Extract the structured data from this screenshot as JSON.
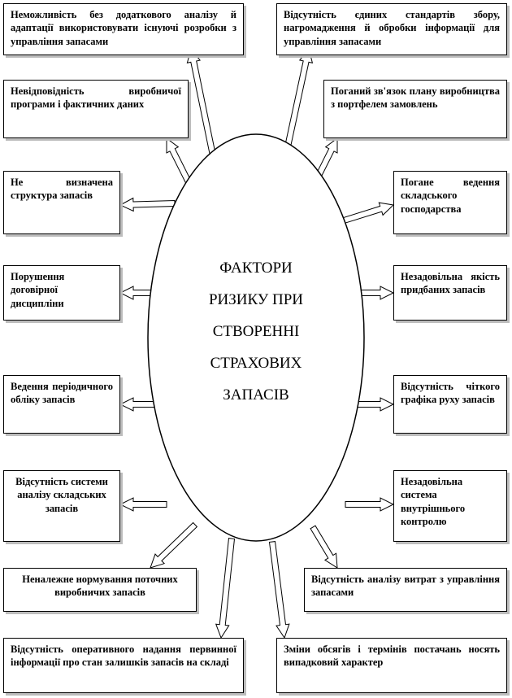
{
  "center": {
    "lines": [
      "ФАКТОРИ",
      "РИЗИКУ ПРИ",
      "СТВОРЕННІ",
      "СТРАХОВИХ",
      "ЗАПАСІВ"
    ]
  },
  "factors": [
    {
      "id": "f1",
      "text": "Неможливість без додаткового аналізу й адаптації використовувати існуючі розробки з управління запасами"
    },
    {
      "id": "f2",
      "text": "Відсутність єдиних стандартів збору, нагромадження й обробки інформації для управління запасами"
    },
    {
      "id": "f3",
      "text": "Невідповідність виробничої програми і фактичних даних"
    },
    {
      "id": "f4",
      "text": "Поганий зв'язок плану виробництва з портфелем замовлень"
    },
    {
      "id": "f5",
      "text": "Не визначена структура запасів"
    },
    {
      "id": "f6",
      "text": "Погане ведення складського господарства"
    },
    {
      "id": "f7",
      "text": "Порушення договірної дисципліни"
    },
    {
      "id": "f8",
      "text": "Незадовільна якість придбаних запасів"
    },
    {
      "id": "f9",
      "text": "Ведення періодичного обліку запасів"
    },
    {
      "id": "f10",
      "text": "Відсутність чіткого графіка руху запасів"
    },
    {
      "id": "f11",
      "text": "Відсутність системи аналізу складських запасів"
    },
    {
      "id": "f12",
      "text": "Незадовільна система внутрішнього контролю"
    },
    {
      "id": "f13",
      "text": "Неналежне нормування поточних виробничих запасів"
    },
    {
      "id": "f14",
      "text": "Відсутність аналізу витрат з управління запасами"
    },
    {
      "id": "f15",
      "text": "Відсутність оперативного надання первинної інформації про стан залишків запасів на складі"
    },
    {
      "id": "f16",
      "text": "Зміни обсягів і термінів постачань носять випадковий характер"
    }
  ]
}
